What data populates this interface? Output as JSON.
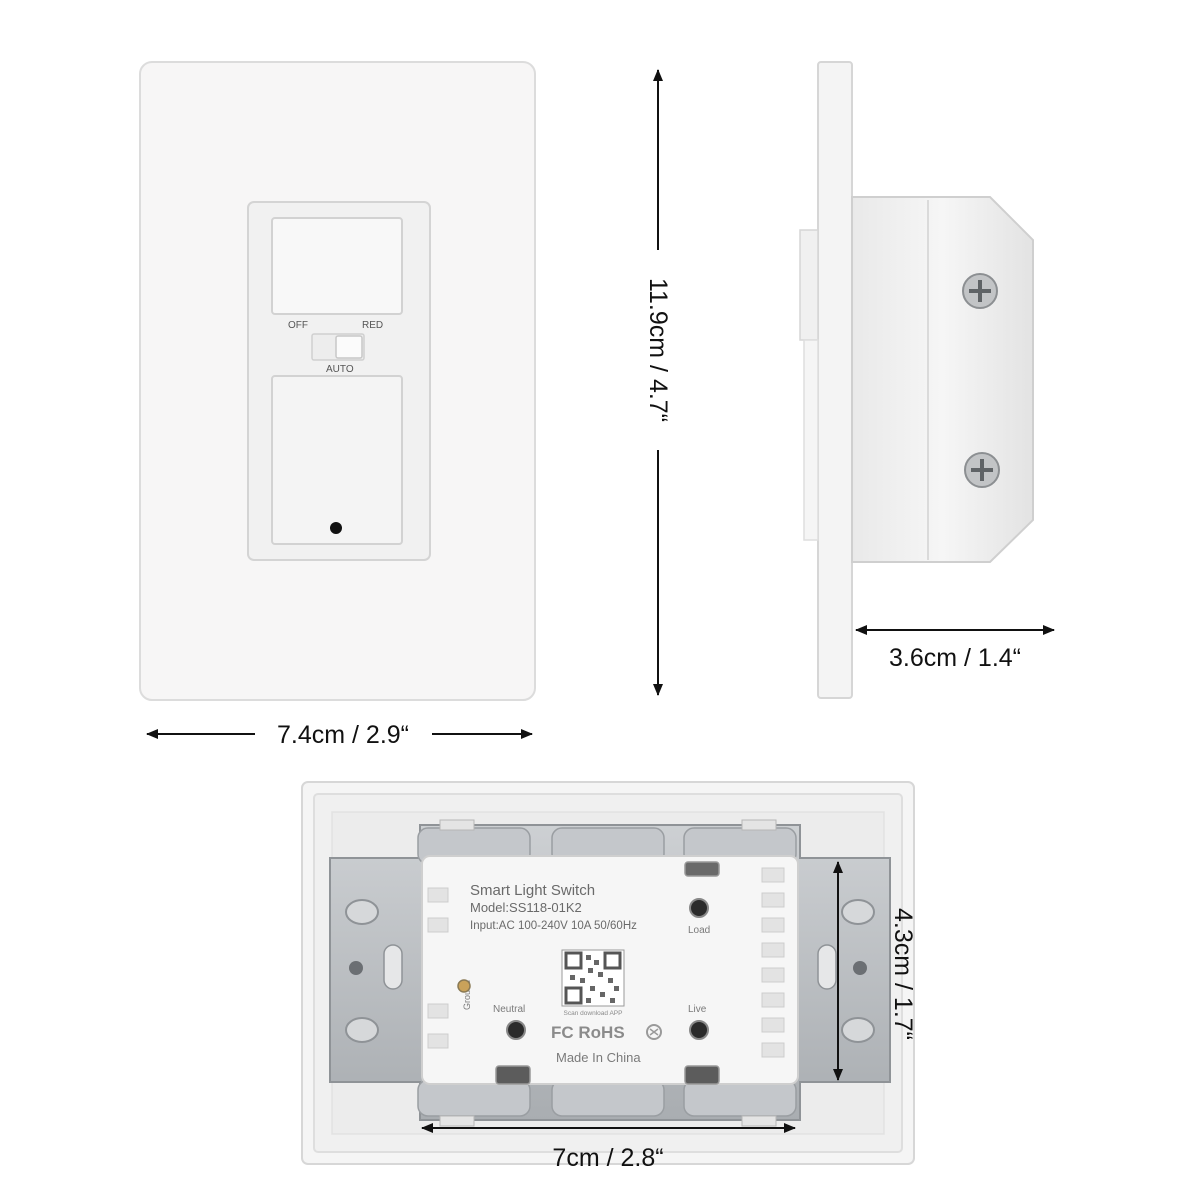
{
  "dimensions": {
    "width": "7.4cm / 2.9“",
    "height": "11.9cm / 4.7“",
    "depth": "3.6cm / 1.4“",
    "back_width": "7cm / 2.8“",
    "back_height": "4.3cm / 1.7“"
  },
  "switch_front": {
    "slider_labels": {
      "left": "OFF",
      "right": "RED",
      "bottom": "AUTO"
    }
  },
  "back_label": {
    "title": "Smart Light Switch",
    "model": "Model:SS118-01K2",
    "input": "Input:AC 100-240V 10A 50/60Hz",
    "qr_caption": "Scan download APP",
    "certifications": "FC RoHS",
    "origin": "Made In China",
    "terminals": {
      "load": "Load",
      "neutral": "Neutral",
      "live": "Live",
      "ground": "Ground"
    }
  },
  "colors": {
    "plate": "#f6f5f5",
    "metal": "#b9bcc0",
    "text": "#111111"
  }
}
